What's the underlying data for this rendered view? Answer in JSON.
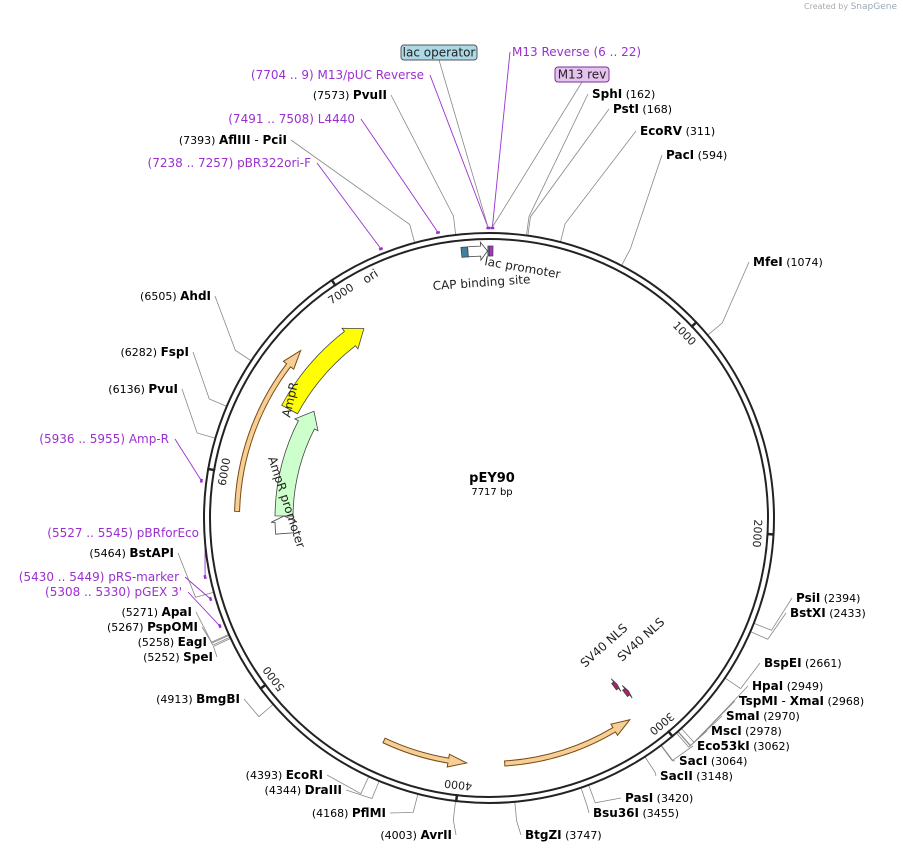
{
  "credit": {
    "created_by": "Created by",
    "app": "SnapGene"
  },
  "plasmid": {
    "name": "pEY90",
    "size_label": "7717 bp",
    "length": 7717
  },
  "ticks": [
    {
      "pos": 1000,
      "label": "1000"
    },
    {
      "pos": 2000,
      "label": "2000"
    },
    {
      "pos": 3000,
      "label": "3000"
    },
    {
      "pos": 4000,
      "label": "4000"
    },
    {
      "pos": 5000,
      "label": "5000"
    },
    {
      "pos": 6000,
      "label": "6000"
    },
    {
      "pos": 7000,
      "label": "7000"
    }
  ],
  "features": [
    {
      "name": "ori",
      "start": 6400,
      "end": 7000,
      "color": "#ffff00",
      "direction": "cw",
      "label": "ori"
    },
    {
      "name": "AmpR",
      "start": 5800,
      "end": 6460,
      "color": "#ccffcc",
      "direction": "cw",
      "label": "AmpR"
    },
    {
      "name": "AmpR promoter",
      "start": 5695,
      "end": 5800,
      "color": "#ffffff",
      "direction": "cw",
      "label": "AmpR promoter"
    },
    {
      "name": "lac promoter",
      "start": 7620,
      "end": 7710,
      "color": "#ffffff",
      "direction": "cw",
      "label": "lac promoter"
    },
    {
      "name": "CAP binding site",
      "start": 7590,
      "end": 7620,
      "color": "#3f7fa0",
      "direction": "none",
      "label": "CAP binding site"
    },
    {
      "name": "lac operator",
      "start": 7712,
      "end": 7717,
      "color": "#6fa8c8",
      "direction": "none",
      "label": ""
    },
    {
      "name": "M13 rev",
      "start": 2,
      "end": 18,
      "color": "#aa33cc",
      "direction": "none",
      "label": ""
    },
    {
      "name": "SV40 NLS 1",
      "start": 3025,
      "end": 3048,
      "color": "#aa2266",
      "direction": "ccw",
      "label": "SV40 NLS"
    },
    {
      "name": "SV40 NLS 2",
      "start": 3052,
      "end": 3075,
      "color": "#aa2266",
      "direction": "ccw",
      "label": "SV40 NLS"
    }
  ],
  "orfs": [
    {
      "start": 5820,
      "end": 6680,
      "direction": "cw"
    },
    {
      "start": 3780,
      "end": 3110,
      "direction": "ccw"
    },
    {
      "start": 4400,
      "end": 3970,
      "direction": "ccw"
    }
  ],
  "boxed_features": [
    {
      "label": "lac operator",
      "pos": 7714,
      "color": "#add8e6",
      "border": "#555555"
    },
    {
      "label": "M13 rev",
      "pos": 12,
      "color": "#e4c4ef",
      "border": "#7a2f9a"
    }
  ],
  "primers": [
    {
      "label": "M13 Reverse",
      "range": "(6 .. 22)",
      "pos": 14
    },
    {
      "label": "M13/pUC Reverse",
      "range": "(7704 .. 9)",
      "pos": 7714
    },
    {
      "label": "L4440",
      "range": "(7491 .. 7508)",
      "pos": 7500
    },
    {
      "label": "pBR322ori-F",
      "range": "(7238 .. 7257)",
      "pos": 7248
    },
    {
      "label": "Amp-R",
      "range": "(5936 .. 5955)",
      "pos": 5946
    },
    {
      "label": "pBRforEco",
      "range": "(5527 .. 5545)",
      "pos": 5536
    },
    {
      "label": "pRS-marker",
      "range": "(5430 .. 5449)",
      "pos": 5440
    },
    {
      "label": "pGEX 3'",
      "range": "(5308 .. 5330)",
      "pos": 5319
    }
  ],
  "enzymes": [
    {
      "name": "SphI",
      "pos": "(162)",
      "site": 162
    },
    {
      "name": "PstI",
      "pos": "(168)",
      "site": 168
    },
    {
      "name": "EcoRV",
      "pos": "(311)",
      "site": 311
    },
    {
      "name": "PacI",
      "pos": "(594)",
      "site": 594
    },
    {
      "name": "MfeI",
      "pos": "(1074)",
      "site": 1074
    },
    {
      "name": "PsiI",
      "pos": "(2394)",
      "site": 2394
    },
    {
      "name": "BstXI",
      "pos": "(2433)",
      "site": 2433
    },
    {
      "name": "BspEI",
      "pos": "(2661)",
      "site": 2661
    },
    {
      "name": "HpaI",
      "pos": "(2949)",
      "site": 2949
    },
    {
      "name": "TspMI",
      "name2": "XmaI",
      "pos": "(2968)",
      "site": 2968
    },
    {
      "name": "SmaI",
      "pos": "(2970)",
      "site": 2970
    },
    {
      "name": "MscI",
      "pos": "(2978)",
      "site": 2978
    },
    {
      "name": "Eco53kI",
      "pos": "(3062)",
      "site": 3062
    },
    {
      "name": "SacI",
      "pos": "(3064)",
      "site": 3064
    },
    {
      "name": "SacII",
      "pos": "(3148)",
      "site": 3148
    },
    {
      "name": "PasI",
      "pos": "(3420)",
      "site": 3420
    },
    {
      "name": "Bsu36I",
      "pos": "(3455)",
      "site": 3455
    },
    {
      "name": "BtgZI",
      "pos": "(3747)",
      "site": 3747
    },
    {
      "name": "AvrII",
      "pos": "(4003)",
      "site": 4003
    },
    {
      "name": "PflMI",
      "pos": "(4168)",
      "site": 4168
    },
    {
      "name": "DraIII",
      "pos": "(4344)",
      "site": 4344
    },
    {
      "name": "EcoRI",
      "pos": "(4393)",
      "site": 4393
    },
    {
      "name": "BmgBI",
      "pos": "(4913)",
      "site": 4913
    },
    {
      "name": "SpeI",
      "pos": "(5252)",
      "site": 5252
    },
    {
      "name": "EagI",
      "pos": "(5258)",
      "site": 5258
    },
    {
      "name": "PspOMI",
      "pos": "(5267)",
      "site": 5267
    },
    {
      "name": "ApaI",
      "pos": "(5271)",
      "site": 5271
    },
    {
      "name": "BstAPI",
      "pos": "(5464)",
      "site": 5464
    },
    {
      "name": "PvuI",
      "pos": "(6136)",
      "site": 6136
    },
    {
      "name": "FspI",
      "pos": "(6282)",
      "site": 6282
    },
    {
      "name": "AhdI",
      "pos": "(6505)",
      "site": 6505
    },
    {
      "name": "AflIII",
      "name2": "PciI",
      "pos": "(7393)",
      "site": 7393
    },
    {
      "name": "PvuII",
      "pos": "(7573)",
      "site": 7573
    }
  ],
  "colors": {
    "backbone": "#222222",
    "primer": "#9b30d0",
    "enzyme_line": "#888888",
    "orf_fill": "#f5cf95",
    "orf_line": "#7a4a10"
  }
}
